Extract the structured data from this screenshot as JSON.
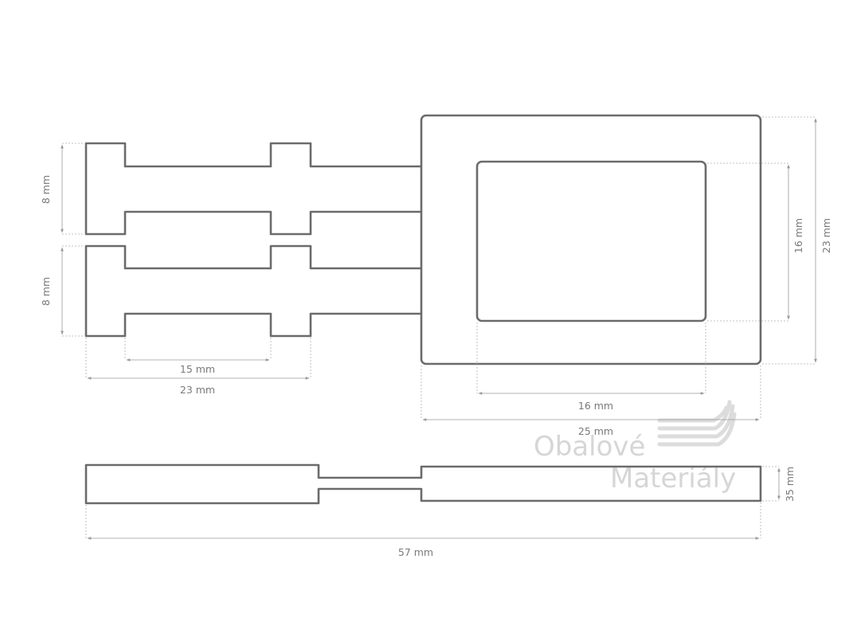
{
  "dimensions": {
    "key_height_upper": "8 mm",
    "key_height_lower": "8 mm",
    "key_inner_width": "15 mm",
    "key_total_width": "23 mm",
    "window_width": "16 mm",
    "window_height": "16 mm",
    "frame_height": "23 mm",
    "frame_width": "25 mm",
    "total_length": "57 mm",
    "side_thickness": "35 mm"
  },
  "watermark": {
    "line1": "Obalové",
    "line2": "Materiály"
  },
  "colors": {
    "outline": "#6b6b6b",
    "dimension": "#9a9a9a",
    "watermark": "#d6d6d6"
  }
}
